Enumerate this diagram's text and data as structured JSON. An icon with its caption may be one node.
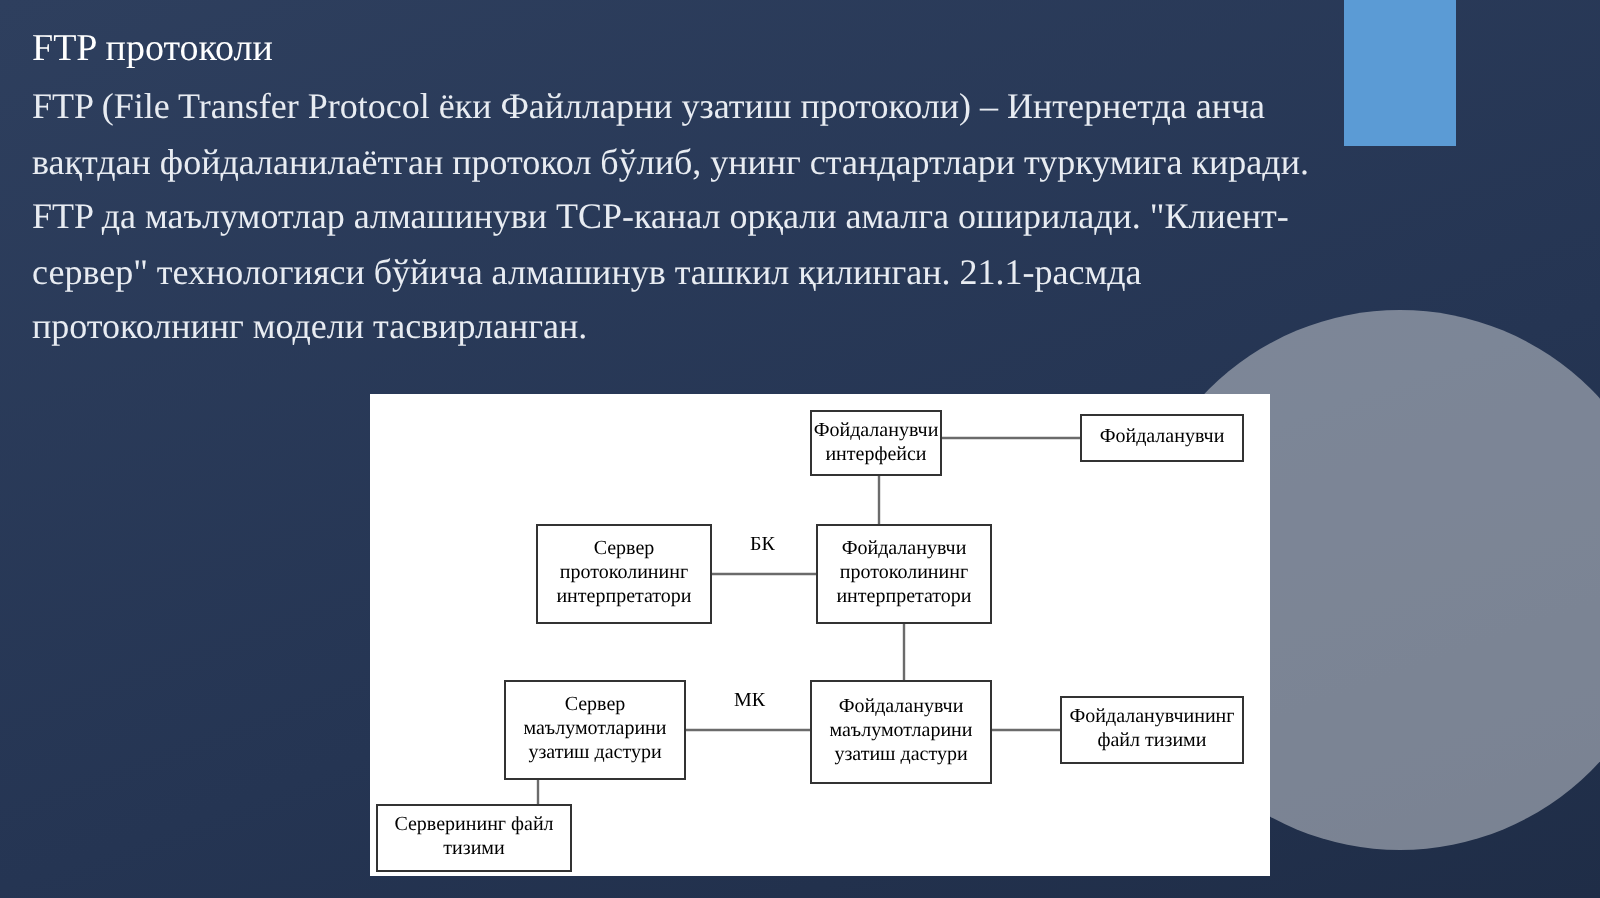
{
  "diagram": {
    "title": "FTP протоколи",
    "nodes": [
      {
        "text": [
          "Фойдаланувчи интерфейси"
        ]
      },
      {
        "text": [
          "Фойдаланувчи"
        ]
      },
      {
        "text": [
          "Сервер протоколининг интерпретатори"
        ]
      },
      {
        "text": [
          "Фойдаланувчи протоколининг интерпретатори"
        ]
      },
      {
        "text": [
          "Сервер маълумотларини узатиш дастури"
        ]
      },
      {
        "text": [
          "Фойдаланувчи маълумотларини узатиш дастури"
        ]
      },
      {
        "text": [
          "Фойдаланувчининг файл тизими"
        ]
      },
      {
        "text": [
          "Серверининг файл тизими"
        ]
      }
    ],
    "edges": [
      {
        "from": 0,
        "to": 1,
        "arrow": "none"
      },
      {
        "from": 0,
        "to": 3,
        "arrow": "none"
      },
      {
        "from": 2,
        "to": 3,
        "arrow": "none",
        "label": "БК"
      },
      {
        "from": 3,
        "to": 5,
        "arrow": "none"
      },
      {
        "from": 4,
        "to": 5,
        "arrow": "none",
        "label": "МК"
      },
      {
        "from": 5,
        "to": 6,
        "arrow": "none"
      },
      {
        "from": 7,
        "to": 4,
        "arrow": "none"
      }
    ],
    "labels": [
      "FTP (File Transfer Protocol ёки Файлларни узатиш протоколи) – Интернетда анча вақтдан фойдаланилаётган протокол бўлиб, унинг стандартлари туркумига киради. FTP да маълумотлар алмашинуви TCP-канал орқали амалга оширилади. \"Клиент-сервер\" технологияси бўйича алмашинув ташкил қилинган. 21.1-расмда протоколнинг модели тасвирланган."
    ]
  }
}
